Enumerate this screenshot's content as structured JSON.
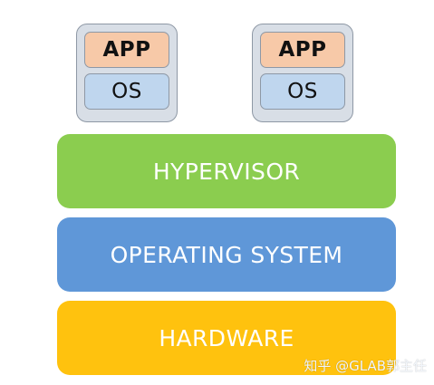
{
  "vms": [
    {
      "app": "APP",
      "os": "OS"
    },
    {
      "app": "APP",
      "os": "OS"
    }
  ],
  "layers": {
    "hypervisor": "HYPERVISOR",
    "operating_system": "OPERATING SYSTEM",
    "hardware": "HARDWARE"
  },
  "watermark": "知乎 @GLAB郭主任",
  "colors": {
    "app": "#f7c9a8",
    "os": "#bfd6ee",
    "vm_frame": "#d8dee6",
    "hypervisor": "#8bcd4f",
    "operating_system": "#5f97d8",
    "hardware": "#ffc20e"
  }
}
